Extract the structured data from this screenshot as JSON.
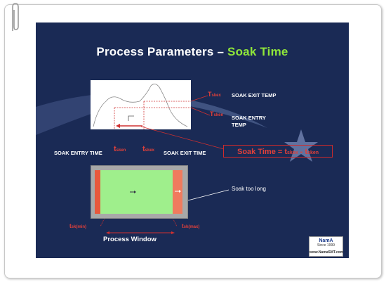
{
  "slide": {
    "title_main": "Process Parameters –",
    "title_accent": "Soak Time",
    "labels": {
      "soak_exit_temp": "SOAK EXIT TEMP",
      "soak_entry_temp_1": "SOAK ENTRY",
      "soak_entry_temp_2": "TEMP",
      "soak_entry_time": "SOAK ENTRY TIME",
      "soak_exit_time": "SOAK EXIT TIME",
      "soak_too_long": "Soak too long",
      "process_window": "Process Window"
    },
    "symbols": {
      "t_skex_temp": "T",
      "t_skex_temp_sub": "skex",
      "t_sken_temp": "T",
      "t_sken_temp_sub": "sken",
      "t_sken": "t",
      "t_sken_sub": "sken",
      "t_skex": "t",
      "t_skex_sub": "skex",
      "t_min": "t",
      "t_min_sub": "sk(min)",
      "t_max": "t",
      "t_max_sub": "sk(max)"
    },
    "formula": {
      "lhs": "Soak Time = t",
      "sub1": "skex",
      "mid": " - t",
      "sub2": "sken"
    },
    "logo": {
      "name": "NamA",
      "line1": "Since 1999",
      "url": "www.NamaSMT.com"
    },
    "colors": {
      "background": "#1a2a55",
      "accent_green": "#8fe63a",
      "accent_red": "#e0403a"
    }
  }
}
